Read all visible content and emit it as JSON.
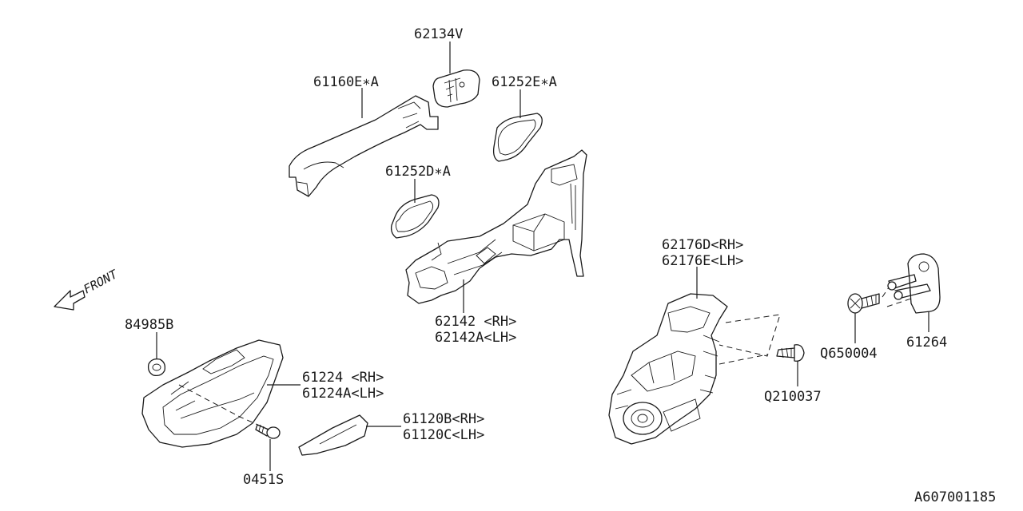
{
  "labels": {
    "p62134v": "62134V",
    "p61160e": "61160E∗A",
    "p61252e": "61252E∗A",
    "p61252d": "61252D∗A",
    "p62142": "62142  <RH>",
    "p62142a": "62142A<LH>",
    "p62176d": "62176D<RH>",
    "p62176e": "62176E<LH>",
    "p84985b": "84985B",
    "p61224": "61224  <RH>",
    "p61224a": "61224A<LH>",
    "p61120b": "61120B<RH>",
    "p61120c": "61120C<LH>",
    "p0451s": "0451S",
    "q650004": "Q650004",
    "p61264": "61264",
    "q210037": "Q210037",
    "front": "FRONT"
  },
  "diagram_id": "A607001185"
}
